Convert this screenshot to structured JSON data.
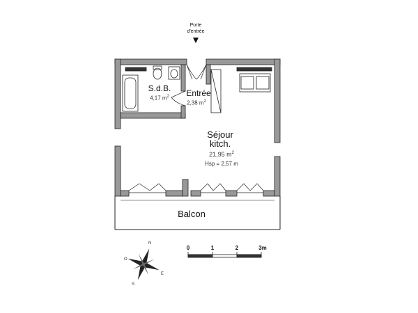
{
  "entrance": {
    "label_line1": "Porte",
    "label_line2": "d'entrée"
  },
  "rooms": [
    {
      "id": "sdb",
      "name": "S.d.B.",
      "area_value": "4,17 m",
      "area_exp": "2"
    },
    {
      "id": "entree",
      "name": "Entrée",
      "area_value": "2,38 m",
      "area_exp": "2"
    },
    {
      "id": "sejour",
      "name_line1": "Séjour",
      "name_line2": "kitch.",
      "area_value": "21,95 m",
      "area_exp": "2",
      "height": "Hsp = 2,57 m"
    },
    {
      "id": "balcon",
      "name": "Balcon"
    }
  ],
  "scale": {
    "ticks": [
      "0",
      "1",
      "2",
      "3m"
    ]
  },
  "compass": {
    "n": "N",
    "s": "S",
    "e": "E",
    "o": "O"
  },
  "colors": {
    "wall": "#999999",
    "wall_stroke": "#222222",
    "line": "#222222"
  }
}
